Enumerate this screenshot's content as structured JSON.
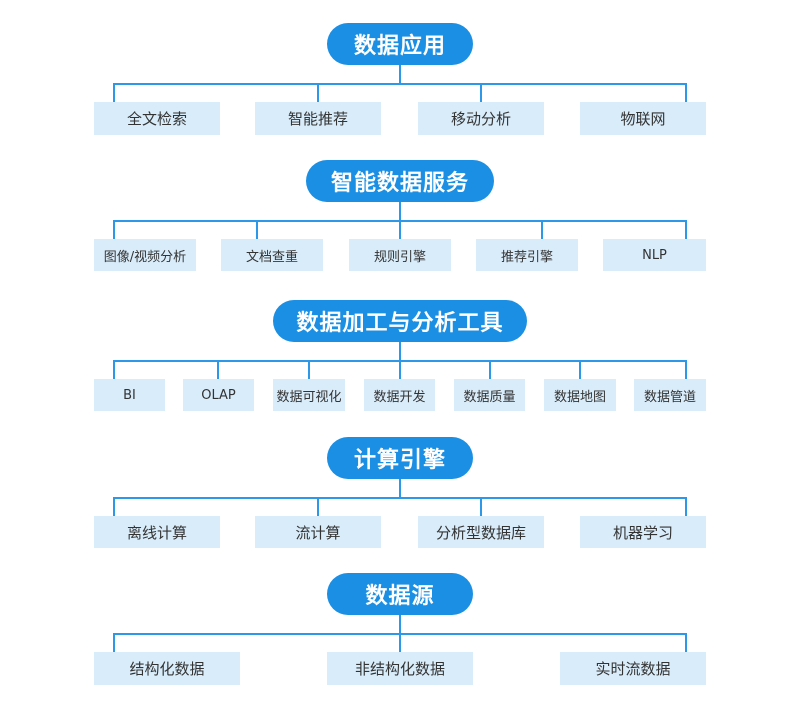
{
  "sections": [
    {
      "title": "数据应用",
      "items": [
        "全文检索",
        "智能推荐",
        "移动分析",
        "物联网"
      ]
    },
    {
      "title": "智能数据服务",
      "items": [
        "图像/视频分析",
        "文档查重",
        "规则引擎",
        "推荐引擎",
        "NLP"
      ]
    },
    {
      "title": "数据加工与分析工具",
      "items": [
        "BI",
        "OLAP",
        "数据可视化",
        "数据开发",
        "数据质量",
        "数据地图",
        "数据管道"
      ]
    },
    {
      "title": "计算引擎",
      "items": [
        "离线计算",
        "流计算",
        "分析型数据库",
        "机器学习"
      ]
    },
    {
      "title": "数据源",
      "items": [
        "结构化数据",
        "非结构化数据",
        "实时流数据"
      ]
    }
  ],
  "colors": {
    "title_bg": "#1a8fe3",
    "title_text": "#ffffff",
    "box_bg": "#d9ecfa",
    "box_text": "#333333",
    "connector": "#2d97e8"
  }
}
